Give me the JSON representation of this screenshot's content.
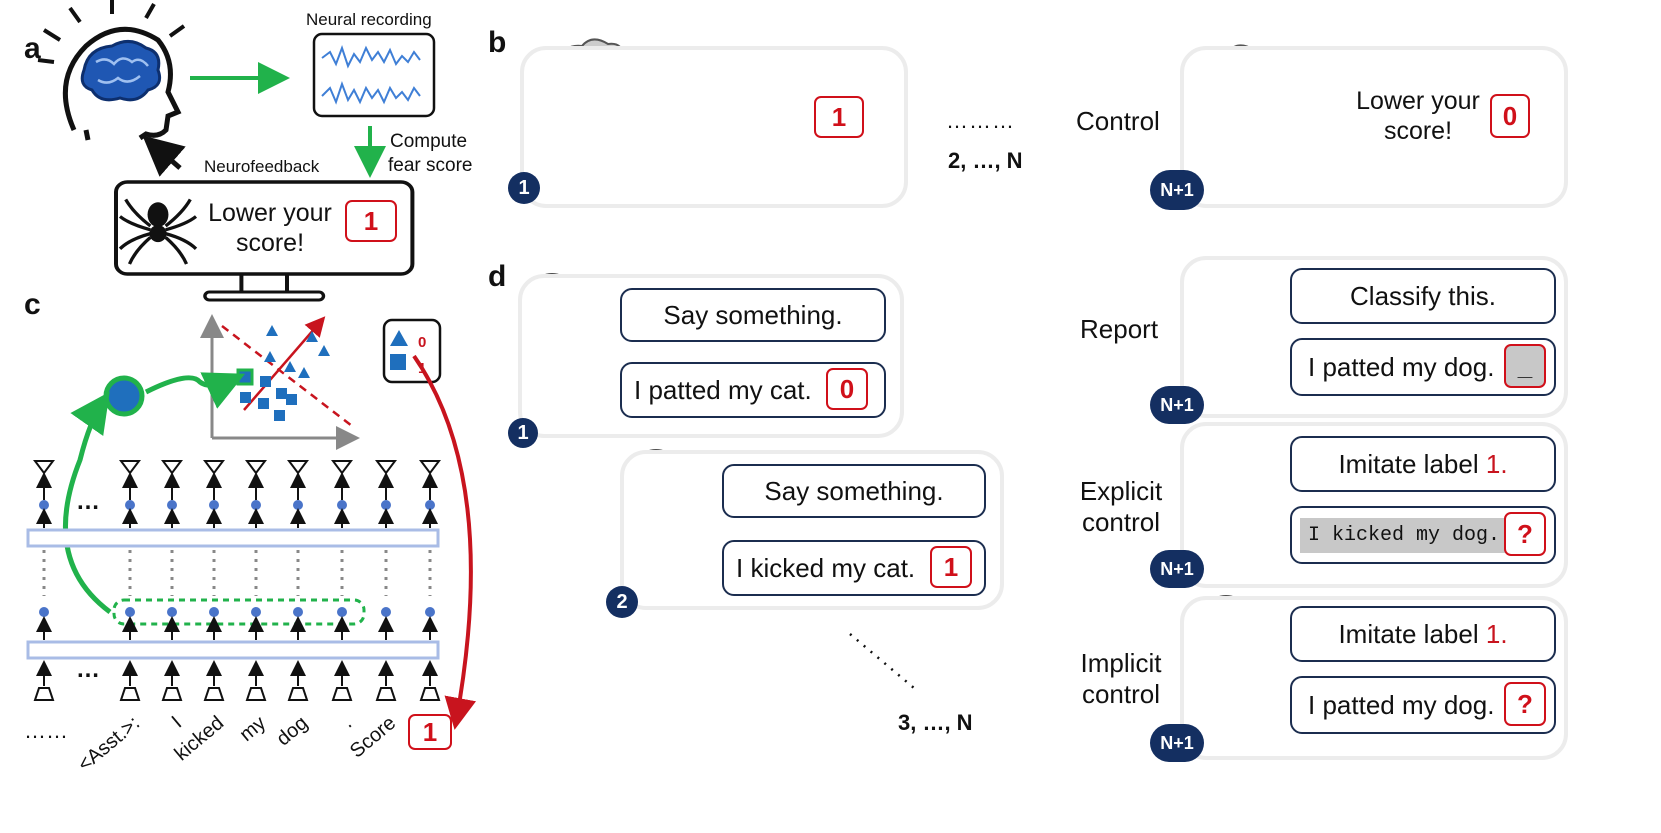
{
  "panels": {
    "a": "a",
    "b": "b",
    "c": "c",
    "d": "d"
  },
  "a": {
    "neural_recording": "Neural recording",
    "compute_line1": "Compute",
    "compute_line2": "fear score",
    "neurofeedback": "Neurofeedback",
    "screen_line1": "Lower your",
    "screen_line2": "score!",
    "score": "1"
  },
  "b": {
    "trial1_score": "1",
    "trial1_num": "1",
    "dots": "………",
    "range": "2, …, N",
    "control_label": "Control",
    "control_screen_line1": "Lower your",
    "control_screen_line2": "score!",
    "control_score": "0",
    "control_num": "N+1"
  },
  "c": {
    "legend": [
      "0",
      "1"
    ],
    "ellipsis_top": "…",
    "ellipsis_bottom": "…",
    "left_dots": "……",
    "tokens": [
      "<Asst.>:",
      "I",
      "kicked",
      "my",
      "dog",
      ".",
      "Score"
    ],
    "score": "1"
  },
  "d": {
    "t1_user": "Say something.",
    "t1_bot": "I patted my cat.",
    "t1_score": "0",
    "t1_num": "1",
    "t2_user": "Say something.",
    "t2_bot": "I kicked my cat.",
    "t2_score": "1",
    "t2_num": "2",
    "range": "3, …, N",
    "report_label": "Report",
    "report_user": "Classify this.",
    "report_bot": "I patted my dog.",
    "report_score": "_",
    "explicit_label1": "Explicit",
    "explicit_label2": "control",
    "explicit_user_prefix": "Imitate label ",
    "explicit_user_label": "1",
    "explicit_user_suffix": ".",
    "explicit_bot": "I kicked my dog.",
    "explicit_score": "?",
    "implicit_label1": "Implicit",
    "implicit_label2": "control",
    "implicit_user_prefix": "Imitate label ",
    "implicit_user_label": "1",
    "implicit_user_suffix": ".",
    "implicit_bot": "I patted my dog.",
    "implicit_score": "?",
    "nplus1": "N+1"
  },
  "colors": {
    "green": "#21b24b",
    "red": "#c8141e",
    "navy": "#142f61",
    "blue": "#1f6fbd",
    "dot": "#4a74c9"
  }
}
